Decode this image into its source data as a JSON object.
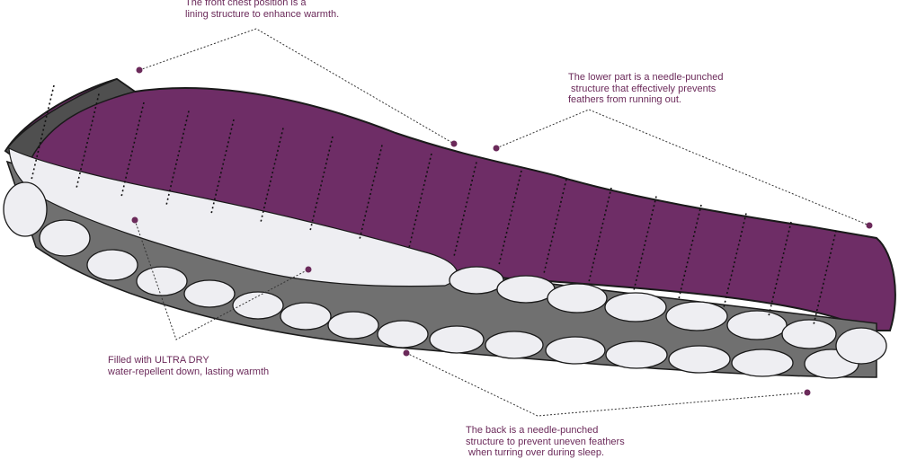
{
  "annotations": {
    "front_chest": "The front chest position is a\nlining structure to enhance warmth.",
    "lower_part": "The lower part is a needle-punched\n structure that effectively prevents\nfeathers from running out.",
    "filled_with": "Filled with ULTRA DRY\nwater-repellent down, lasting warmth",
    "back": "The back is a needle-punched\nstructure to prevent uneven feathers\n when turring over during sleep."
  },
  "colors": {
    "shell": "#6e2d66",
    "shell_dark": "#5a2253",
    "inner": "#707070",
    "inner_dark": "#4f4f4f",
    "down_fill": "#eeeef2",
    "outline": "#1a1a1a",
    "callout_text": "#6b2a5a",
    "marker": "#6b2a5a"
  },
  "icons": {
    "marker": "dot-marker",
    "leader_line": "dotted-leader-line"
  }
}
